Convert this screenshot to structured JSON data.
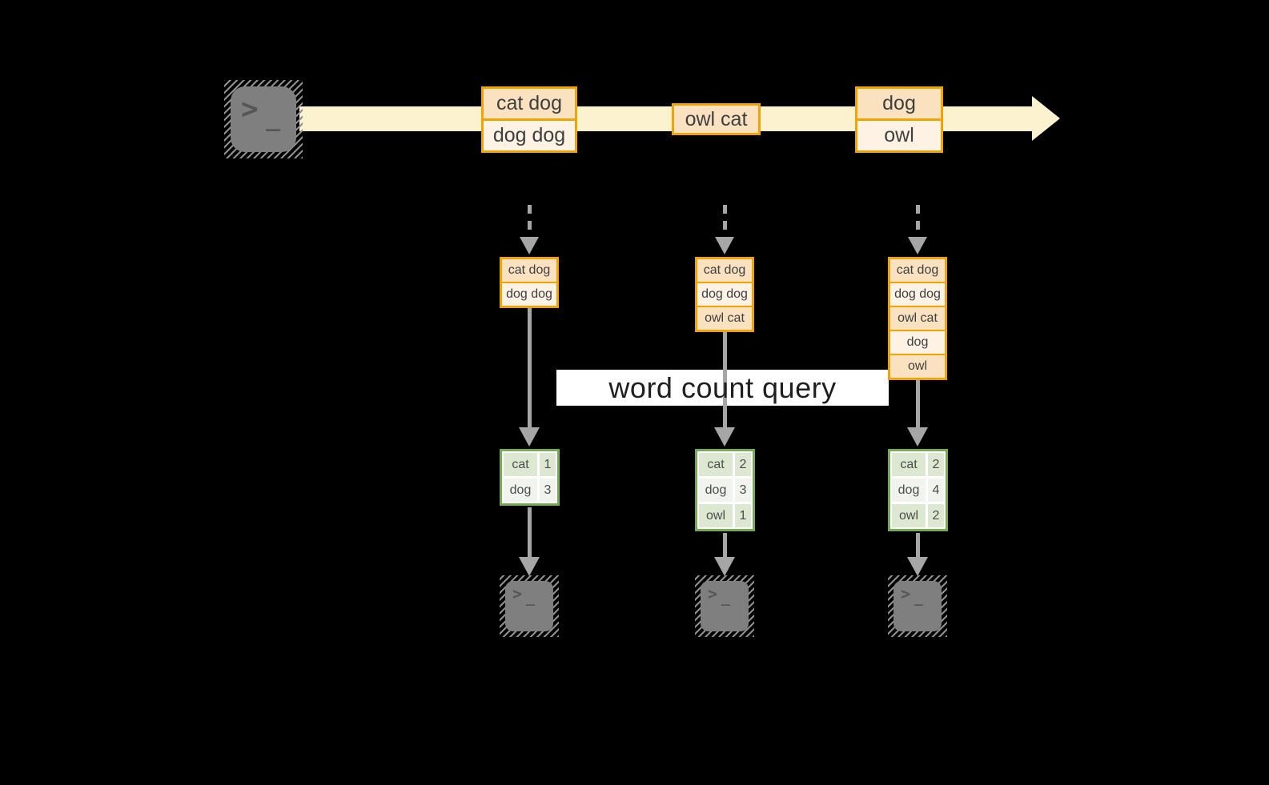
{
  "canvas": {
    "background": "#000000"
  },
  "palette": {
    "stream_fill": "#FCF2CF",
    "box_border": "#F0A400",
    "box_fill_odd": "#FAE1C0",
    "box_fill_even": "#FDF2E4",
    "table_border": "#76AB55",
    "table_fill_odd": "#DCE8D1",
    "table_fill_even": "#F0F4EC",
    "arrow_gray": "#A6A6A6",
    "terminal_gray": "#7F7F7F",
    "label_bg": "#FFFFFF",
    "label_text": "#1F1F1F",
    "text_dark": "#3F3F3F"
  },
  "icons": {
    "terminal": {
      "name": "terminal-icon",
      "prompt": ">",
      "cursor": "_"
    }
  },
  "stream": {
    "batches": [
      {
        "lines": [
          "cat dog",
          "dog dog"
        ]
      },
      {
        "lines": [
          "owl cat"
        ]
      },
      {
        "lines": [
          "dog",
          "owl"
        ]
      }
    ]
  },
  "query": {
    "label": "word count query"
  },
  "columns": [
    {
      "input_rows": [
        "cat dog",
        "dog dog"
      ],
      "counts": [
        [
          "cat",
          "1"
        ],
        [
          "dog",
          "3"
        ]
      ]
    },
    {
      "input_rows": [
        "cat dog",
        "dog dog",
        "owl cat"
      ],
      "counts": [
        [
          "cat",
          "2"
        ],
        [
          "dog",
          "3"
        ],
        [
          "owl",
          "1"
        ]
      ]
    },
    {
      "input_rows": [
        "cat dog",
        "dog dog",
        "owl cat",
        "dog",
        "owl"
      ],
      "counts": [
        [
          "cat",
          "2"
        ],
        [
          "dog",
          "4"
        ],
        [
          "owl",
          "2"
        ]
      ]
    }
  ]
}
